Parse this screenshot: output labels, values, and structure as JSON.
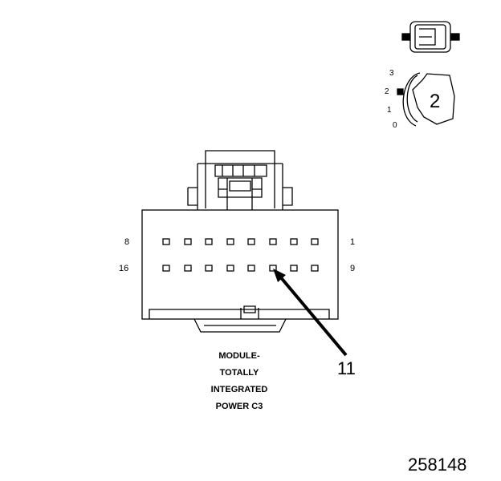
{
  "connector": {
    "pin_label_top_left": "8",
    "pin_label_top_right": "1",
    "pin_label_bottom_left": "16",
    "pin_label_bottom_right": "9",
    "callout_number": "11"
  },
  "caption": {
    "line1": "MODULE-",
    "line2": "TOTALLY",
    "line3": "INTEGRATED",
    "line4": "POWER C3"
  },
  "key_icon": {
    "position_labels": [
      "3",
      "2",
      "1",
      "0"
    ],
    "key_number": "2"
  },
  "figure_number": "258148"
}
